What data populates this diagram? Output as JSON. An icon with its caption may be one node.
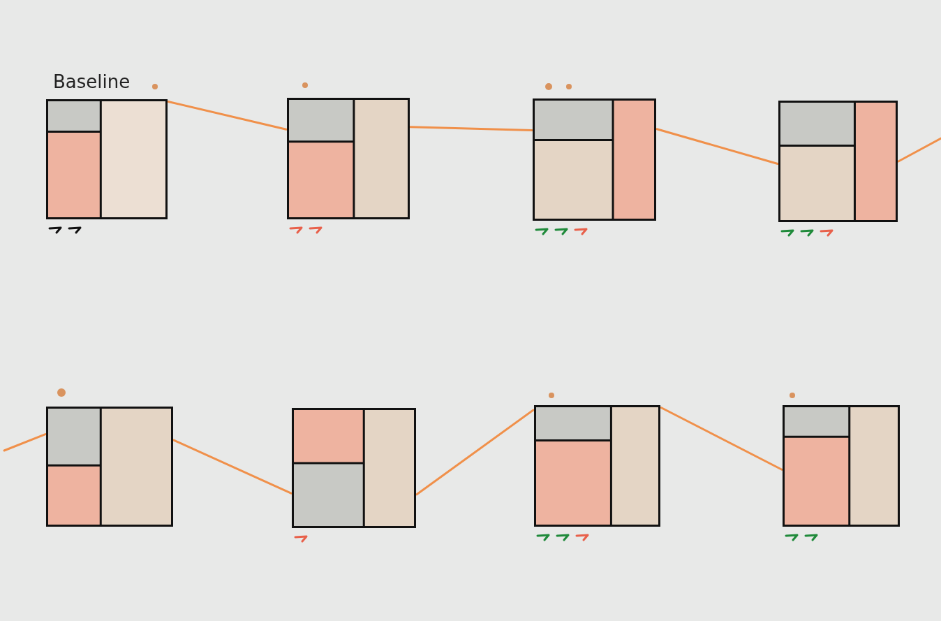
{
  "diagram": {
    "nodes": [
      {
        "text": [
          "Baseline"
        ]
      },
      {
        "text": [],
        "shape": "box"
      },
      {
        "text": [],
        "shape": "box"
      },
      {
        "text": [],
        "shape": "box"
      },
      {
        "text": [],
        "shape": "box"
      },
      {
        "text": [],
        "shape": "box"
      },
      {
        "text": [],
        "shape": "box"
      },
      {
        "text": [],
        "shape": "box"
      }
    ],
    "edges": [
      {
        "from": 0,
        "to": 1,
        "arrow": "none"
      },
      {
        "from": 1,
        "to": 2,
        "arrow": "none"
      },
      {
        "from": 2,
        "to": 3,
        "arrow": "none"
      },
      {
        "from": 3,
        "to": null,
        "arrow": "none"
      },
      {
        "from": null,
        "to": 4,
        "arrow": "none"
      },
      {
        "from": 4,
        "to": 5,
        "arrow": "none"
      },
      {
        "from": 5,
        "to": 6,
        "arrow": "none"
      },
      {
        "from": 6,
        "to": 7,
        "arrow": "none"
      }
    ]
  }
}
